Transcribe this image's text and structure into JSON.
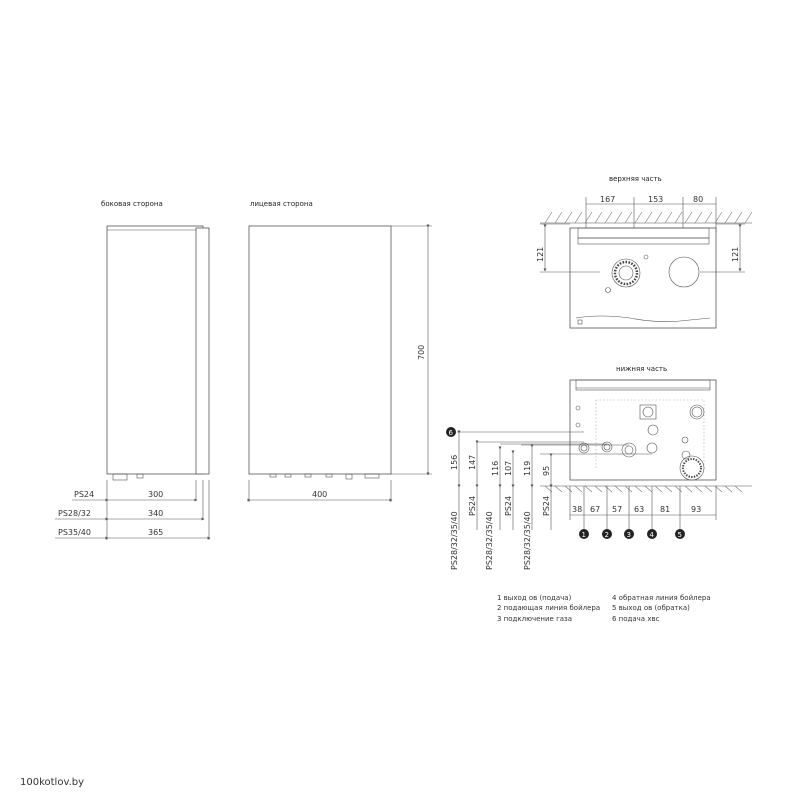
{
  "views": {
    "side": "боковая сторона",
    "front": "лицевая сторона",
    "top": "верхняя часть",
    "bottom": "нижняя часть"
  },
  "side_dims": {
    "models": [
      "PS24",
      "PS28/32",
      "PS35/40"
    ],
    "values": [
      "300",
      "340",
      "365"
    ]
  },
  "front_dims": {
    "width": "400",
    "height": "700"
  },
  "top_dims": {
    "d1": "167",
    "d2": "153",
    "d3": "80",
    "left": "121",
    "right": "121"
  },
  "bottom_dims": {
    "vertical": [
      "156",
      "147",
      "116",
      "107",
      "119",
      "95"
    ],
    "models": [
      "PS28/32/35/40",
      "PS24",
      "PS28/32/35/40",
      "PS24",
      "PS28/32/35/40",
      "PS24"
    ],
    "horizontal": [
      "38",
      "67",
      "57",
      "63",
      "81",
      "93"
    ]
  },
  "markers": [
    "1",
    "2",
    "3",
    "4",
    "5",
    "6"
  ],
  "legend": {
    "left": [
      "1 выход ов (подача)",
      "2 подающая линия бойлера",
      "3 подключение газа"
    ],
    "right": [
      "4 обратная линия бойлера",
      "5 выход ов (обратка)",
      "6 подача хвс"
    ]
  },
  "watermark": "100kotlov.by"
}
